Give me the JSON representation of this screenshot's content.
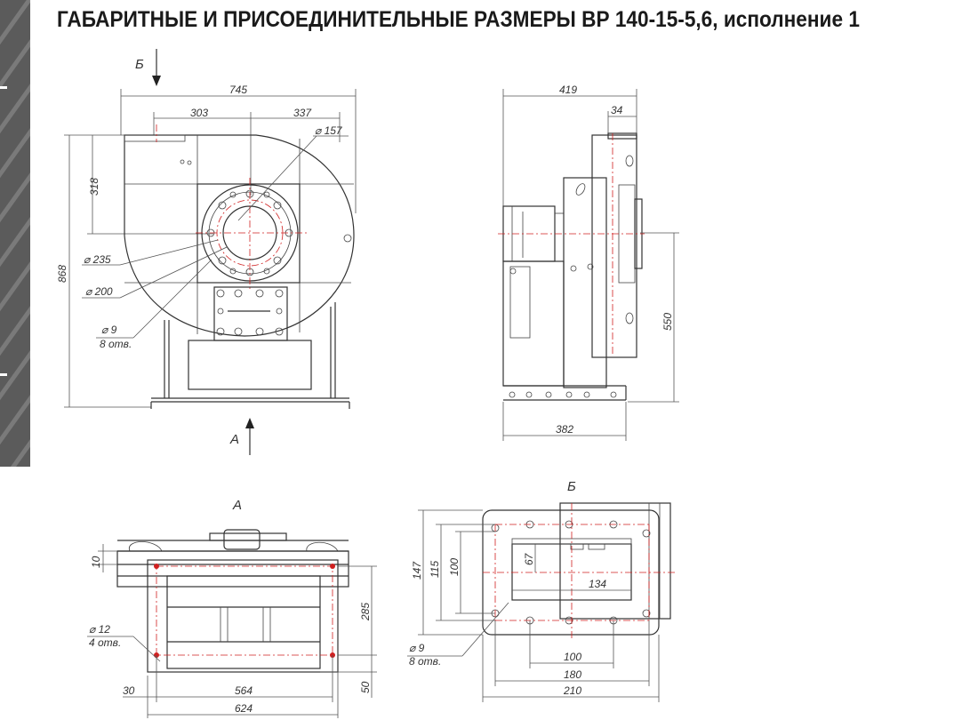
{
  "title": "ГАБАРИТНЫЕ И ПРИСОЕДИНИТЕЛЬНЫЕ РАЗМЕРЫ ВР 140-15-5,6, исполнение 1",
  "views": {
    "front": {
      "arrow_top": "Б",
      "arrow_bottom": "А",
      "dims": {
        "overall_width": "745",
        "left_part": "303",
        "right_part": "337",
        "height_total": "868",
        "height_upper": "318",
        "dia_157": "157",
        "dia_235": "235",
        "dia_200": "200",
        "dia_9": "9",
        "holes_8": "8 отв."
      }
    },
    "side": {
      "dims": {
        "width_top": "419",
        "offset_34": "34",
        "height_550": "550",
        "base_382": "382"
      }
    },
    "view_a": {
      "label": "А",
      "dims": {
        "d10": "10",
        "d285": "285",
        "d50": "50",
        "d30": "30",
        "d564": "564",
        "d624": "624",
        "dia_12": "12",
        "holes_4": "4 отв."
      }
    },
    "view_b": {
      "label": "Б",
      "dims": {
        "d147": "147",
        "d115": "115",
        "d100v": "100",
        "d67": "67",
        "d134": "134",
        "d100h": "100",
        "d180": "180",
        "d210": "210",
        "dia_9": "9",
        "holes_8": "8 отв."
      }
    }
  },
  "colors": {
    "sidebar": "#5b5b5b",
    "centerline": "#d02020",
    "line": "#333333"
  }
}
